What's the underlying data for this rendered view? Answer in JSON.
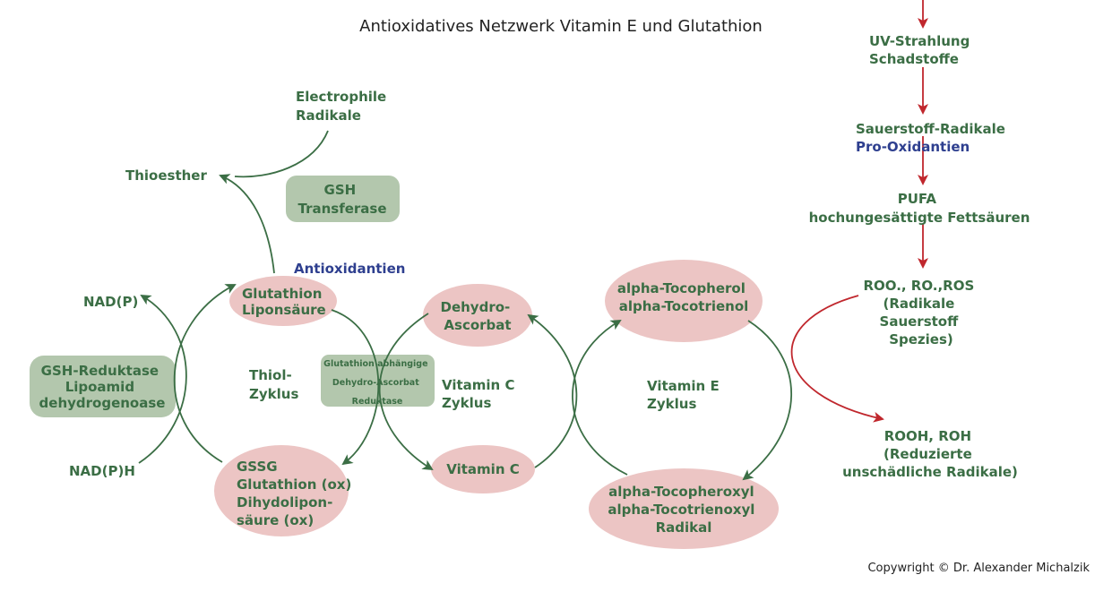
{
  "title": "Antioxidatives Netzwerk Vitamin E und Glutathion",
  "copyright": "Copywright  © Dr. Alexander Michalzik",
  "colors": {
    "text_green": "#3b6e45",
    "text_blue": "#2e3f8f",
    "pink_node": "#ecc5c4",
    "green_box": "#b3c7ad",
    "red_arrow": "#c0272d"
  },
  "nodes": {
    "electrophile": [
      "Electrophile",
      "Radikale"
    ],
    "thioesther": "Thioesther",
    "gsh_transferase": [
      "GSH",
      "Transferase"
    ],
    "antioxidantien": "Antioxidantien",
    "nadp": "NAD(P)",
    "nadph": "NAD(P)H",
    "gsh_reduktase": [
      "GSH-Reduktase",
      "Lipoamid",
      "dehydrogenoase"
    ],
    "glutathion": [
      "Glutathion",
      "Liponsäure"
    ],
    "thiol_zyklus": [
      "Thiol-",
      "Zyklus"
    ],
    "gssg": [
      "GSSG",
      "Glutathion (ox)",
      "Dihydolipon-",
      "säure (ox)"
    ],
    "dehydro_reduktase": [
      "Glutathion abhängige",
      "Dehydro-Ascorbat",
      "Reduktase"
    ],
    "dehydroascorbat": [
      "Dehydro-",
      "Ascorbat"
    ],
    "vitamin_c_zyklus": [
      "Vitamin C",
      "Zyklus"
    ],
    "vitamin_c": "Vitamin C",
    "tocopherol": [
      "alpha-Tocopherol",
      "alpha-Tocotrienol"
    ],
    "vitamin_e_zyklus": [
      "Vitamin E",
      "Zyklus"
    ],
    "tocopheroxyl": [
      "alpha-Tocopheroxyl",
      "alpha-Tocotrienoxyl",
      "Radikal"
    ],
    "uv": [
      "UV-Strahlung",
      "Schadstoffe"
    ],
    "sauerstoff": "Sauerstoff-Radikale",
    "prooxidantien": "Pro-Oxidantien",
    "pufa": [
      "PUFA",
      "hochungesättigte Fettsäuren"
    ],
    "roo": [
      "ROO., RO.,ROS",
      "(Radikale",
      "Sauerstoff",
      "Spezies)"
    ],
    "rooh": [
      "ROOH, ROH",
      "(Reduzierte",
      "unschädliche Radikale)"
    ]
  }
}
